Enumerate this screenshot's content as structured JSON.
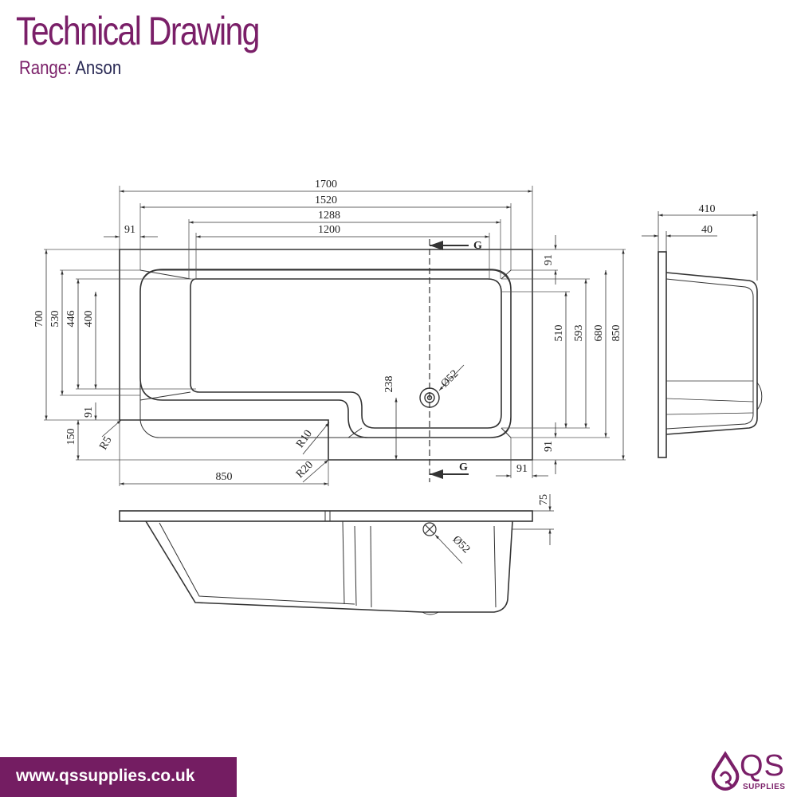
{
  "header": {
    "title": "Technical Drawing",
    "range_label": "Range:",
    "range_value": "Anson"
  },
  "dimensions": {
    "overall_length": "1700",
    "length_1520": "1520",
    "length_1288": "1288",
    "length_1200": "1200",
    "rim_91_top_left": "91",
    "width_700": "700",
    "width_530": "530",
    "width_446": "446",
    "width_400": "400",
    "rim_91_left": "91",
    "step_150": "150",
    "radius_r5": "R5",
    "radius_r10": "R10",
    "radius_r20": "R20",
    "length_850": "850",
    "waste_238": "238",
    "waste_diameter": "Ø52",
    "rim_91_right_top": "91",
    "width_510": "510",
    "width_593": "593",
    "width_680": "680",
    "width_850": "850",
    "rim_91_right_bottom": "91",
    "rim_91_bottom_right": "91",
    "section_marker": "G",
    "depth_410": "410",
    "depth_40": "40",
    "rim_75": "75",
    "side_waste_diameter": "Ø52"
  },
  "footer": {
    "url": "www.qssupplies.co.uk",
    "logo_text": "QS",
    "logo_subtext": "SUPPLIES"
  },
  "colors": {
    "brand": "#7a1f68",
    "footer_bg": "#741d62",
    "line": "#333333"
  }
}
